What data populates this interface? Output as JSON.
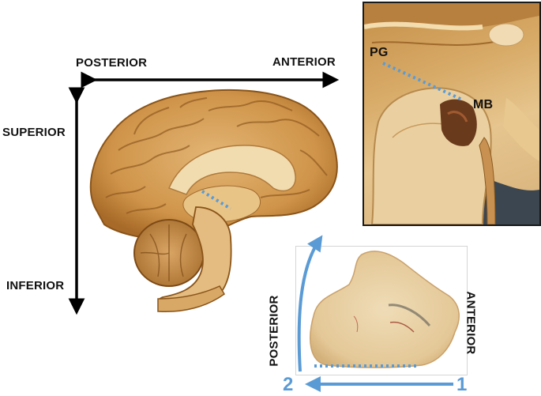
{
  "orientation_labels": {
    "posterior": "POSTERIOR",
    "anterior": "ANTERIOR",
    "superior": "SUPERIOR",
    "inferior": "INFERIOR"
  },
  "inset_labels": {
    "pg": "PG",
    "mb": "MB"
  },
  "slice_labels": {
    "posterior": "POSTERIOR",
    "anterior": "ANTERIOR",
    "step_1": "1",
    "step_2": "2"
  },
  "colors": {
    "arrow_black": "#000000",
    "cut_line_blue": "#5b9bd5",
    "tissue": "#d39b55"
  }
}
